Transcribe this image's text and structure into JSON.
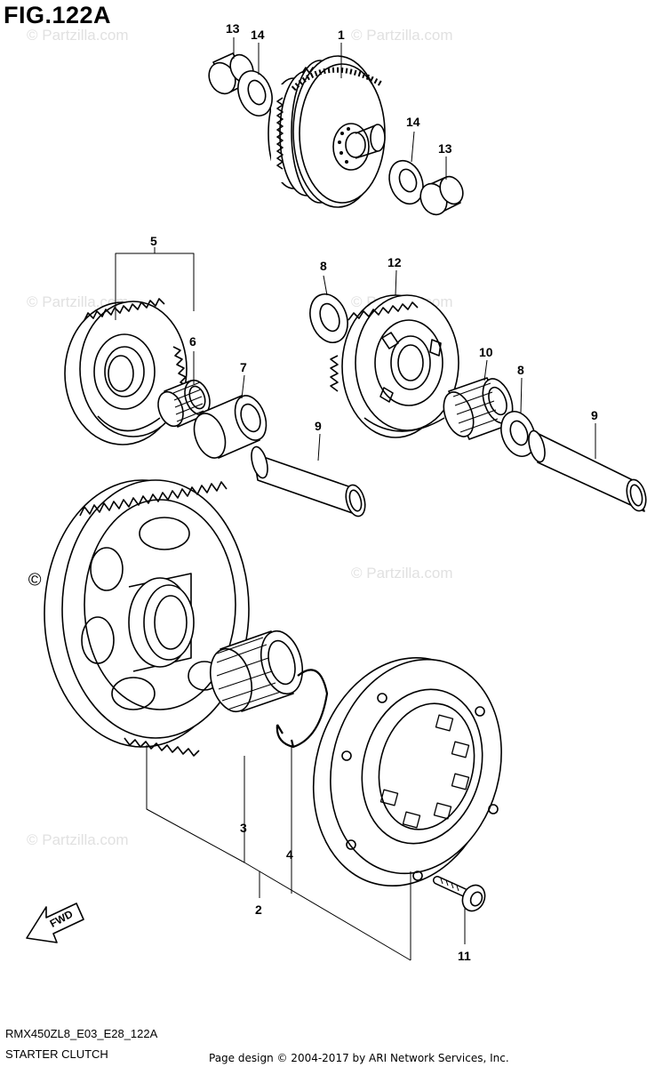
{
  "figure": {
    "title": "FIG.122A",
    "model_code": "RMX450ZL8_E03_E28_122A",
    "name": "STARTER CLUTCH",
    "credit": "Page design © 2004-2017 by ARI Network Services, Inc."
  },
  "watermark": {
    "text": "© Partzilla.com"
  },
  "fwd_label": "FWD",
  "callouts": {
    "c1": "1",
    "c2": "2",
    "c3": "3",
    "c4": "4",
    "c5": "5",
    "c6": "6",
    "c7": "7",
    "c8a": "8",
    "c8b": "8",
    "c9a": "9",
    "c9b": "9",
    "c10": "10",
    "c11": "11",
    "c12": "12",
    "c13a": "13",
    "c13b": "13",
    "c14a": "14",
    "c14b": "14"
  }
}
